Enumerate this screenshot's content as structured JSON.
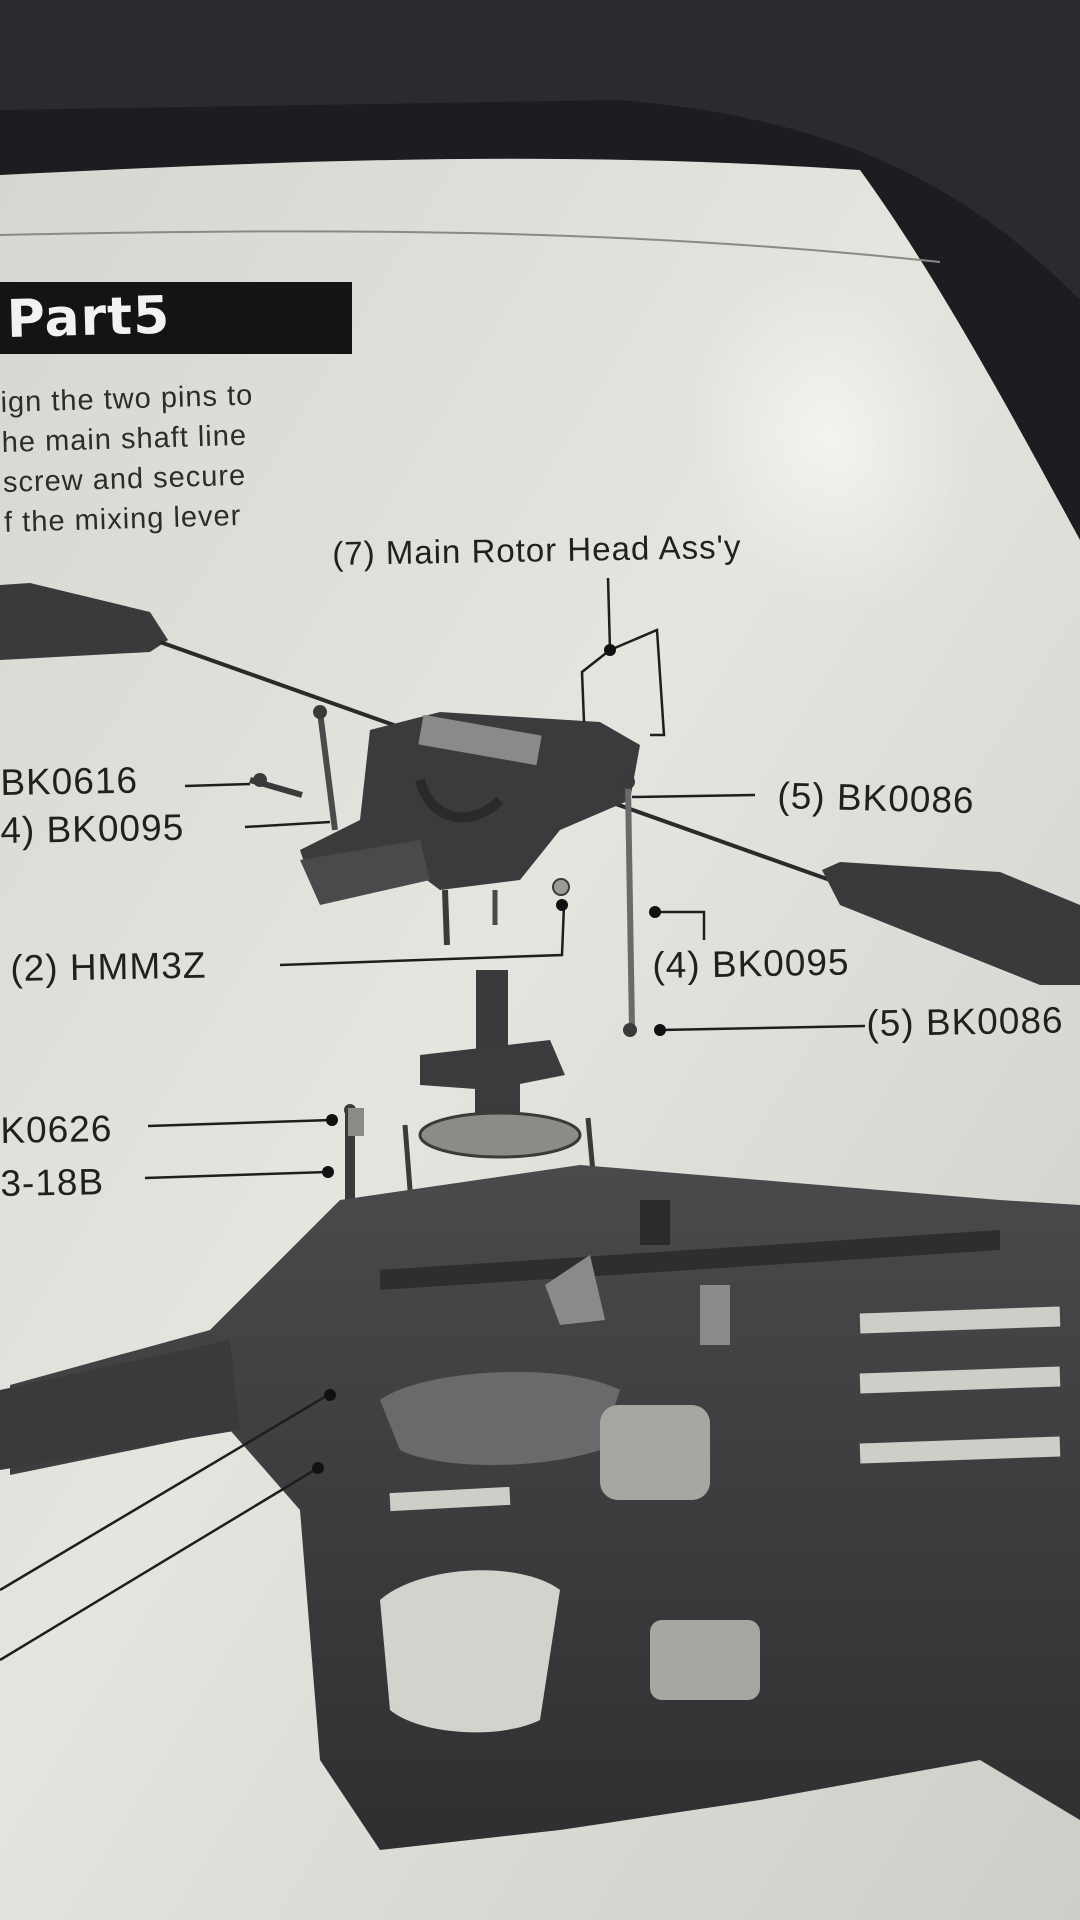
{
  "heading": "Part5",
  "intro_lines": [
    "ign the two pins to",
    "he main shaft line",
    "screw and secure",
    "f the mixing lever"
  ],
  "labels": {
    "main_rotor_head": "(7) Main Rotor Head Ass'y",
    "bk0616": "BK0616",
    "bk0095_left": "4) BK0095",
    "bk0086_right": "(5) BK0086",
    "hmm3z": "(2) HMM3Z",
    "bk0095_right": "(4) BK0095",
    "bk0086_lower": "(5) BK0086",
    "k0626": "K0626",
    "p3_18b": "3-18B"
  },
  "colors": {
    "paper": "#d9d7d1",
    "ink": "#1e1e1e",
    "parts_dark": "#3b3b3d",
    "parts_mid": "#5a5a5c",
    "background": "#1c1d20"
  }
}
